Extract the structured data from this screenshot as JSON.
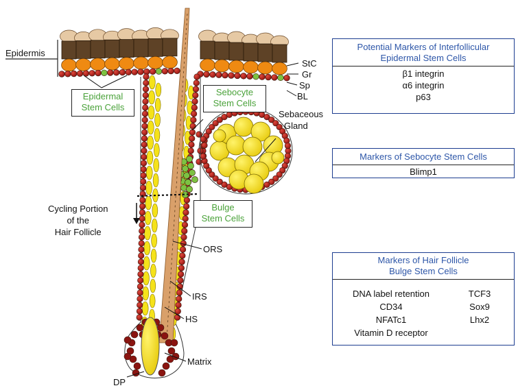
{
  "labels": {
    "epidermis": "Epidermis",
    "stc": "StC",
    "gr": "Gr",
    "sp": "Sp",
    "bl": "BL",
    "sebaceous_gland": [
      "Sebaceous",
      "Gland"
    ],
    "cycling_portion": [
      "Cycling Portion",
      "of the",
      "Hair Follicle"
    ],
    "ors": "ORS",
    "irs": "IRS",
    "hs": "HS",
    "matrix": "Matrix",
    "dp": "DP"
  },
  "stem_cell_boxes": {
    "epidermal": [
      "Epidermal",
      "Stem Cells"
    ],
    "sebocyte": [
      "Sebocyte",
      "Stem Cells"
    ],
    "bulge": [
      "Bulge",
      "Stem Cells"
    ]
  },
  "marker_boxes": {
    "interfollicular": {
      "title": [
        "Potential Markers of Interfollicular",
        "Epidermal Stem Cells"
      ],
      "items": [
        "β1 integrin",
        "α6 integrin",
        "p63"
      ]
    },
    "sebocyte": {
      "title": [
        "Markers of Sebocyte Stem Cells"
      ],
      "items": [
        "Blimp1"
      ]
    },
    "bulge": {
      "title": [
        "Markers of Hair Follicle",
        "Bulge Stem Cells"
      ],
      "left_items": [
        "DNA label retention",
        "CD34",
        "NFATc1",
        "Vitamin D receptor"
      ],
      "right_items": [
        "TCF3",
        "Sox9",
        "Lhx2"
      ]
    }
  },
  "colors": {
    "marker_title": "#2d56a8",
    "stem_label": "#4aa23a",
    "red_cell": "#b8231c",
    "yellow_cell": "#f5e21a",
    "green_cell": "#7cc242",
    "orange_cell": "#ef8a12",
    "brown_cell": "#5e4226",
    "tan_cell": "#e6c9a4",
    "hair_shaft": "#d9a06a"
  }
}
